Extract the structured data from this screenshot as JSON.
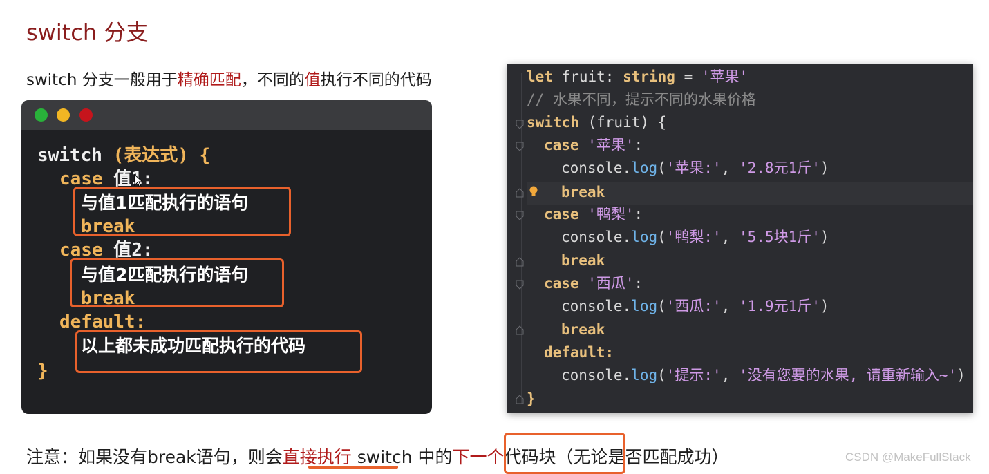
{
  "title": "switch 分支",
  "description": {
    "part1": "switch 分支一般用于",
    "hl1": "精确匹配",
    "part2": "，不同的",
    "hl2": "值",
    "part3": "执行不同的代码"
  },
  "syntax": {
    "line1_kw": "switch",
    "line1_rest": " (表达式) {",
    "case1_kw": "case",
    "case1_val": " 值1:",
    "stmt1": "与值1匹配执行的语句",
    "break_kw": "break",
    "case2_kw": "case",
    "case2_val": " 值2:",
    "stmt2": "与值2匹配执行的语句",
    "default_kw": "default:",
    "stmt3": "以上都未成功匹配执行的代码",
    "close": "}"
  },
  "editor": {
    "l1": {
      "kw": "let",
      "name": " fruit: ",
      "type": "string",
      "eq": " = ",
      "str": "'苹果'"
    },
    "comment": "// 水果不同，提示不同的水果价格",
    "switch_kw": "switch",
    "switch_rest": " (fruit) {",
    "cases": [
      {
        "label": "'苹果'",
        "arg1": "'苹果:'",
        "arg2": "'2.8元1斤'"
      },
      {
        "label": "'鸭梨'",
        "arg1": "'鸭梨:'",
        "arg2": "'5.5块1斤'"
      },
      {
        "label": "'西瓜'",
        "arg1": "'西瓜:'",
        "arg2": "'1.9元1斤'"
      }
    ],
    "case_kw": "case",
    "colon": ":",
    "console": "console",
    "dot": ".",
    "log": "log",
    "lparen": "(",
    "comma": ", ",
    "rparen": ")",
    "break_kw": "break",
    "default_kw": "default:",
    "default_arg1": "'提示:'",
    "default_arg2": "'没有您要的水果, 请重新输入~'",
    "close": "}"
  },
  "note": {
    "part1": "注意：如果没有break语句，则会",
    "hl1": "直接执行",
    "part2": " switch 中的",
    "hl2": "下一个",
    "part3": "代码块（无论是否匹配成功）"
  },
  "watermark": "CSDN @MakeFullStack",
  "colors": {
    "title": "#8a1d1d",
    "highlight": "#b01b1b",
    "box": "#e8612c",
    "keyword_syntax": "#f0b55a",
    "keyword_editor": "#e8c07d",
    "string": "#cf9ae6",
    "function": "#6fb3e8"
  }
}
